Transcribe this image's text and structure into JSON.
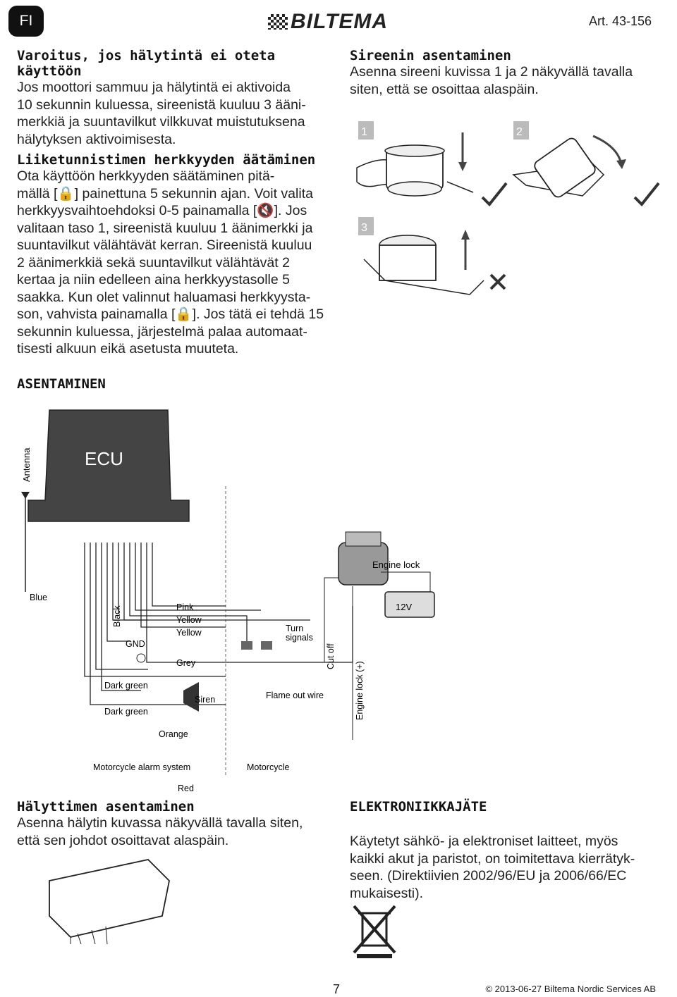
{
  "header": {
    "lang_badge": "FI",
    "brand": "BILTEMA",
    "article": "Art. 43-156"
  },
  "sections": {
    "warning": {
      "title": "Varoitus, jos hälytintä ei oteta käyttöön",
      "lines": [
        "Jos moottori sammuu ja hälytintä ei aktivoida",
        "10 sekunnin kuluessa, sireenistä kuuluu 3 ääni-",
        "merkkiä ja suuntavilkut vilkkuvat muistutuksena",
        "hälytyksen aktivoimisesta."
      ]
    },
    "sensitivity": {
      "title": "Liiketunnistimen herkkyyden äätäminen",
      "lines": [
        "Ota käyttöön herkkyyden säätäminen pitä-",
        "mällä [🔒] painettuna 5 sekunnin ajan. Voit valita",
        "herkkyysvaihtoehdoksi 0-5 painamalla [🔇]. Jos",
        "valitaan taso 1, sireenistä kuuluu 1 äänimerkki ja",
        "suuntavilkut välähtävät kerran. Sireenistä kuuluu",
        "2 äänimerkkiä sekä suuntavilkut välähtävät 2",
        "kertaa ja niin edelleen aina herkkyystasolle 5",
        "saakka. Kun olet valinnut haluamasi herkkyysta-",
        "son, vahvista painamalla [🔒]. Jos tätä ei tehdä 15",
        "sekunnin kuluessa, järjestelmä palaa automaat-",
        "tisesti alkuun eikä asetusta muuteta."
      ]
    },
    "siren": {
      "title": "Sireenin asentaminen",
      "lines": [
        "Asenna sireeni kuvissa 1 ja 2 näkyvällä tavalla",
        "siten, että se osoittaa alaspäin."
      ],
      "figure_labels": [
        "1",
        "2",
        "3"
      ]
    },
    "installation": {
      "title": "ASENTAMINEN"
    },
    "alarm_install": {
      "title": "Hälyttimen asentaminen",
      "lines": [
        "Asenna hälytin kuvassa näkyvällä tavalla siten,",
        "että sen johdot osoittavat alaspäin."
      ]
    },
    "electronic_waste": {
      "title": "ELEKTRONIIKKAJÄTE",
      "lines": [
        "Käytetyt sähkö- ja elektroniset laitteet, myös",
        "kaikki akut ja paristot, on toimitettava kierrätyk-",
        "seen. (Direktiivien 2002/96/EU ja 2006/66/EC",
        "mukaisesti)."
      ]
    }
  },
  "diagram": {
    "ecu": "ECU",
    "antenna": "Antenna",
    "engine_lock": "Engine lock",
    "battery": "12V",
    "blue": "Blue",
    "black": "Black",
    "gnd": "GND",
    "pink": "Pink",
    "yellow1": "Yellow",
    "yellow2": "Yellow",
    "grey": "Grey",
    "turn_signals_1": "Turn",
    "turn_signals_2": "signals",
    "cut_off": "Cut off",
    "engine_lock_plus": "Engine lock (+)",
    "dark_green1": "Dark  green",
    "dark_green2": "Dark  green",
    "siren": "Siren",
    "flame_out": "Flame out wire",
    "orange": "Orange",
    "motorcycle_alarm": "Motorcycle alarm system",
    "motorcycle": "Motorcycle",
    "red": "Red"
  },
  "footer": {
    "page": "7",
    "copyright": "© 2013-06-27 Biltema Nordic Services AB"
  }
}
